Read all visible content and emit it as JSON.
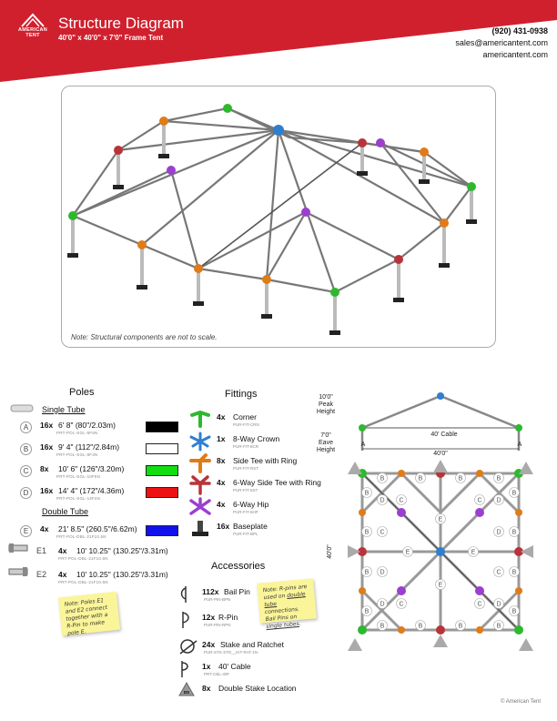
{
  "header": {
    "brand_line1": "AMERICAN",
    "brand_line2": "TENT",
    "title": "Structure Diagram",
    "subtitle": "40'0\" x 40'0\" x 7'0\" Frame Tent",
    "phone": "(920) 431-0938",
    "email": "sales@americantent.com",
    "website": "americantent.com",
    "header_color": "#d0202e"
  },
  "diagram": {
    "note": "Note: Structural components are not to scale."
  },
  "poles": {
    "title": "Poles",
    "single_title": "Single Tube",
    "double_title": "Double Tube",
    "items": [
      {
        "letter": "A",
        "qty": "16x",
        "size": "6' 8\" (80\"/2.03m)",
        "part": "PRT-POL-SGL-6F8N",
        "color": "#000000"
      },
      {
        "letter": "B",
        "qty": "16x",
        "size": "9' 4\" (112\"/2.84m)",
        "part": "PRT-POL-SGL-9F4N",
        "color": "#ffffff"
      },
      {
        "letter": "C",
        "qty": "8x",
        "size": "10' 6\" (126\"/3.20m)",
        "part": "PRT-POL-SGL-10F6N",
        "color": "#11dd11"
      },
      {
        "letter": "D",
        "qty": "16x",
        "size": "14' 4\" (172\"/4.36m)",
        "part": "PRT-POL-SGL-14F4N",
        "color": "#ee1111"
      },
      {
        "letter": "E",
        "qty": "4x",
        "size": "21' 8.5\" (260.5\"/6.62m)",
        "part": "PRT-POL-DBL-21F10.5N",
        "color": "#1111ee"
      },
      {
        "letter": "E1",
        "qty": "4x",
        "size": "10' 10.25\" (130.25\"/3.31m)",
        "part": "PRT-POL-DBL-21F10.5N"
      },
      {
        "letter": "E2",
        "qty": "4x",
        "size": "10' 10.25\" (130.25\"/3.31m)",
        "part": "PRT-POL-DBL-21F10.5N"
      }
    ]
  },
  "fittings": {
    "title": "Fittings",
    "items": [
      {
        "qty": "4x",
        "name": "Corner",
        "part": "PUR-FIT-CRN",
        "color": "#2eb82e"
      },
      {
        "qty": "1x",
        "name": "8-Way Crown",
        "part": "PUR-FIT-8CR",
        "color": "#2f7fd0"
      },
      {
        "qty": "8x",
        "name": "Side Tee with Ring",
        "part": "PUR-FIT-RST",
        "color": "#e07b1a"
      },
      {
        "qty": "4x",
        "name": "6-Way Side Tee with Ring",
        "part": "PUR-FIT-6ST",
        "color": "#b8343a"
      },
      {
        "qty": "4x",
        "name": "6-Way Hip",
        "part": "PUR-FIT-6HP",
        "color": "#9b3fcf"
      },
      {
        "qty": "16x",
        "name": "Baseplate",
        "part": "PUR-FIT-BPL",
        "color": "#222222"
      }
    ]
  },
  "accessories": {
    "title": "Accessories",
    "items": [
      {
        "qty": "112x",
        "name": "Bail Pin",
        "part": "PUR-PIN-BPN"
      },
      {
        "qty": "12x",
        "name": "R-Pin",
        "part": "PUR-PIN-RPN"
      },
      {
        "qty": "24x",
        "name": "Stake and Ratchet",
        "part": "PUR-STK-STD__KIT-RAT-1N"
      },
      {
        "qty": "1x",
        "name": "40' Cable",
        "part": "PRT-CBL-40F"
      },
      {
        "qty": "8x",
        "name": "Double Stake Location",
        "part": ""
      }
    ]
  },
  "notes": {
    "poles_note": "Note: Poles E1 and E2 connect together with a R-Pin to make pole E.",
    "rpin_note_a": "Note: R-pins are used on ",
    "rpin_note_b": "double tube",
    "rpin_note_c": " connections. Bail Pins on ",
    "rpin_note_d": "single tubes",
    "rpin_note_e": "."
  },
  "plan": {
    "peak_height": "10'0\"\nPeak\nHeight",
    "eave_height": "7'0\"\nEave\nHeight",
    "cable_label": "40' Cable",
    "width_label": "40'0\"",
    "depth_label": "40'0\"",
    "elev_left": "A",
    "elev_right": "A",
    "ds_label": "DS"
  },
  "footer": {
    "copyright": "© American Tent"
  }
}
